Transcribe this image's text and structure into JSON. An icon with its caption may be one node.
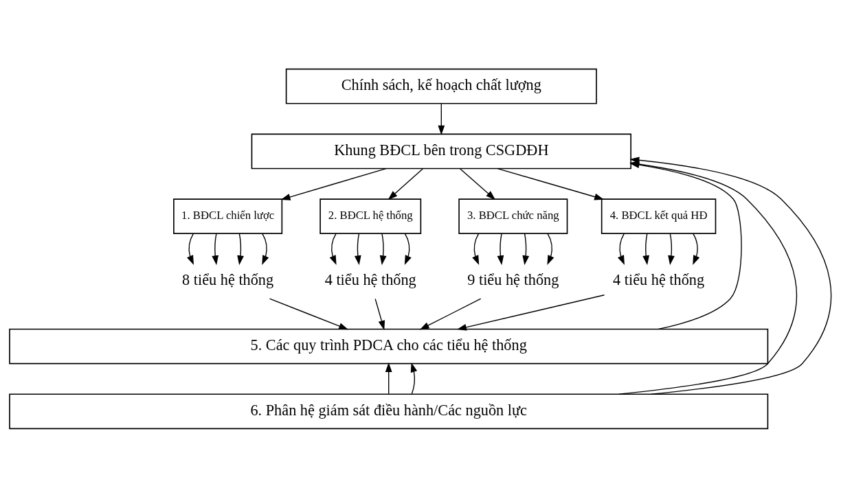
{
  "diagram": {
    "nodes": [
      {
        "text": [
          "Chính sách, kế hoạch chất lượng"
        ]
      },
      {
        "text": [
          "Khung BĐCL bên trong CSGDĐH"
        ]
      },
      {
        "text": [
          "1. BĐCL chiến lược"
        ]
      },
      {
        "text": [
          "2. BĐCL hệ thống"
        ]
      },
      {
        "text": [
          "3. BĐCL chức năng"
        ]
      },
      {
        "text": [
          "4. BĐCL kết quả HĐ"
        ]
      },
      {
        "text": [
          "8 tiểu hệ thống"
        ]
      },
      {
        "text": [
          "4 tiểu hệ thống"
        ]
      },
      {
        "text": [
          "9 tiểu hệ thống"
        ]
      },
      {
        "text": [
          "4 tiểu hệ thống"
        ]
      },
      {
        "text": [
          "5. Các quy trình PDCA cho các tiểu hệ thống"
        ]
      },
      {
        "text": [
          "6. Phân hệ giám sát điều hành/Các nguồn lực"
        ]
      }
    ],
    "edges": [
      {
        "from": 0,
        "to": 1,
        "arrow": "to"
      },
      {
        "from": 1,
        "to": 2,
        "arrow": "to"
      },
      {
        "from": 1,
        "to": 3,
        "arrow": "to"
      },
      {
        "from": 1,
        "to": 4,
        "arrow": "to"
      },
      {
        "from": 1,
        "to": 5,
        "arrow": "to"
      },
      {
        "from": 2,
        "to": 6,
        "arrow": "to"
      },
      {
        "from": 2,
        "to": 6,
        "arrow": "to"
      },
      {
        "from": 2,
        "to": 6,
        "arrow": "to"
      },
      {
        "from": 2,
        "to": 6,
        "arrow": "to"
      },
      {
        "from": 3,
        "to": 7,
        "arrow": "to"
      },
      {
        "from": 3,
        "to": 7,
        "arrow": "to"
      },
      {
        "from": 3,
        "to": 7,
        "arrow": "to"
      },
      {
        "from": 3,
        "to": 7,
        "arrow": "to"
      },
      {
        "from": 4,
        "to": 8,
        "arrow": "to"
      },
      {
        "from": 4,
        "to": 8,
        "arrow": "to"
      },
      {
        "from": 4,
        "to": 8,
        "arrow": "to"
      },
      {
        "from": 4,
        "to": 8,
        "arrow": "to"
      },
      {
        "from": 5,
        "to": 9,
        "arrow": "to"
      },
      {
        "from": 5,
        "to": 9,
        "arrow": "to"
      },
      {
        "from": 5,
        "to": 9,
        "arrow": "to"
      },
      {
        "from": 5,
        "to": 9,
        "arrow": "to"
      },
      {
        "from": 6,
        "to": 10,
        "arrow": "to"
      },
      {
        "from": 7,
        "to": 10,
        "arrow": "to"
      },
      {
        "from": 8,
        "to": 10,
        "arrow": "to"
      },
      {
        "from": 9,
        "to": 10,
        "arrow": "to"
      },
      {
        "from": 11,
        "to": 10,
        "arrow": "to"
      },
      {
        "from": 11,
        "to": 1,
        "arrow": "to"
      },
      {
        "from": 11,
        "to": 10,
        "arrow": "to"
      },
      {
        "from": 10,
        "to": 1,
        "arrow": "to"
      },
      {
        "from": 11,
        "to": 1,
        "arrow": "to"
      }
    ]
  }
}
